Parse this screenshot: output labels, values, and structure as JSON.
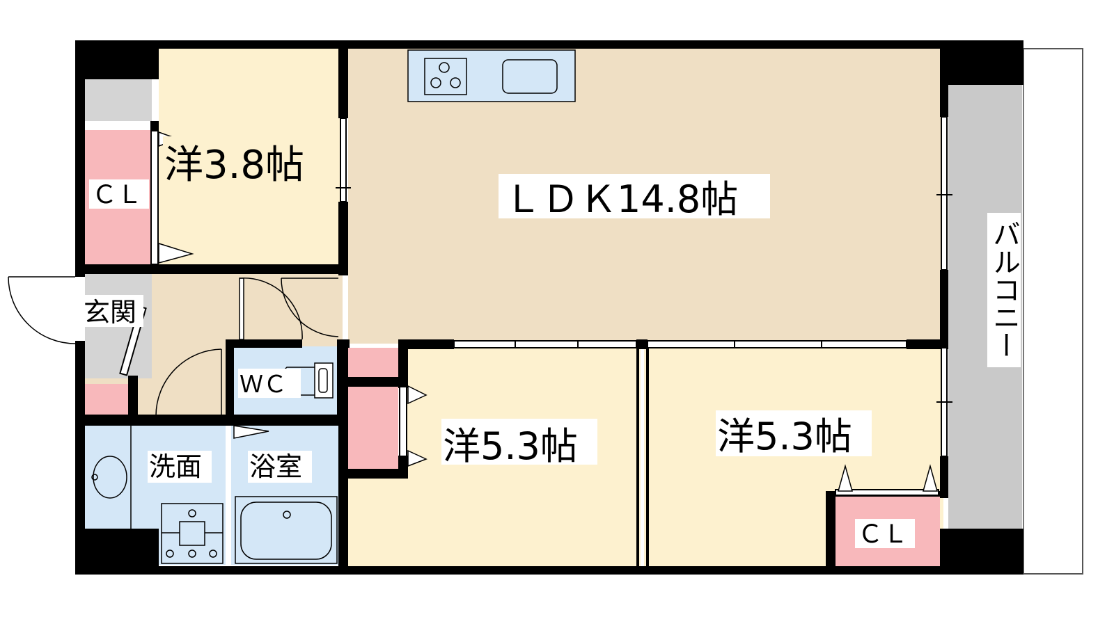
{
  "rooms": {
    "western_1": {
      "label": "洋3.8帖"
    },
    "ldk": {
      "label": "ＬＤＫ14.8帖"
    },
    "western_2": {
      "label": "洋5.3帖"
    },
    "western_3": {
      "label": "洋5.3帖"
    },
    "closet_1": {
      "label": "ＣＬ"
    },
    "closet_2": {
      "label": "ＣＬ"
    },
    "entrance": {
      "label": "玄関"
    },
    "wc": {
      "label": "ＷＣ"
    },
    "washroom": {
      "label": "洗面"
    },
    "bathroom": {
      "label": "浴室"
    },
    "balcony": {
      "label": "バルコニー"
    }
  },
  "colors": {
    "ldk": "#efdfc4",
    "western": "#fdf1cf",
    "closet": "#f8b8bb",
    "wet_area": "#d4e7f7",
    "entrance": "#d4d4d4",
    "balcony": "#c9c9c9",
    "hallway": "#efdfc4",
    "wall": "#000000"
  }
}
